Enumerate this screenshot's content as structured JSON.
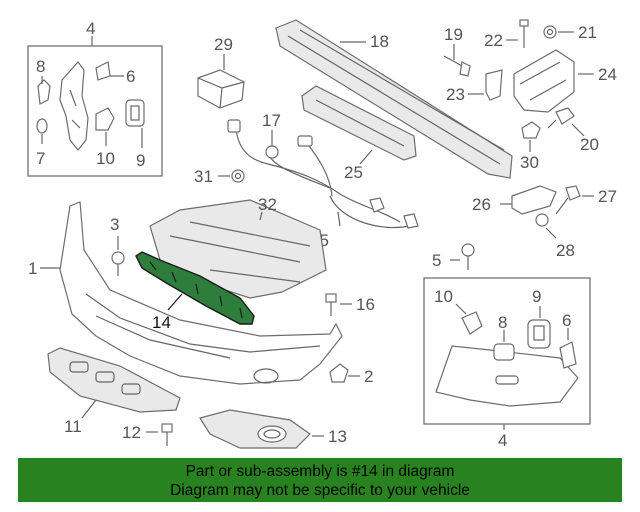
{
  "callouts": [
    {
      "id": "c4a",
      "text": "4"
    },
    {
      "id": "c8a",
      "text": "8"
    },
    {
      "id": "c6a",
      "text": "6"
    },
    {
      "id": "c7",
      "text": "7"
    },
    {
      "id": "c10a",
      "text": "10"
    },
    {
      "id": "c9a",
      "text": "9"
    },
    {
      "id": "c29",
      "text": "29"
    },
    {
      "id": "c18",
      "text": "18"
    },
    {
      "id": "c25",
      "text": "25"
    },
    {
      "id": "c19",
      "text": "19"
    },
    {
      "id": "c22",
      "text": "22"
    },
    {
      "id": "c21",
      "text": "21"
    },
    {
      "id": "c24",
      "text": "24"
    },
    {
      "id": "c23",
      "text": "23"
    },
    {
      "id": "c20",
      "text": "20"
    },
    {
      "id": "c30",
      "text": "30"
    },
    {
      "id": "c17",
      "text": "17"
    },
    {
      "id": "c31",
      "text": "31"
    },
    {
      "id": "c26",
      "text": "26"
    },
    {
      "id": "c27",
      "text": "27"
    },
    {
      "id": "c28",
      "text": "28"
    },
    {
      "id": "c15",
      "text": "15"
    },
    {
      "id": "c32",
      "text": "32"
    },
    {
      "id": "c3",
      "text": "3"
    },
    {
      "id": "c5",
      "text": "5"
    },
    {
      "id": "c1",
      "text": "1"
    },
    {
      "id": "c14",
      "text": "14"
    },
    {
      "id": "c16",
      "text": "16"
    },
    {
      "id": "c10b",
      "text": "10"
    },
    {
      "id": "c8b",
      "text": "8"
    },
    {
      "id": "c9b",
      "text": "9"
    },
    {
      "id": "c6b",
      "text": "6"
    },
    {
      "id": "c2",
      "text": "2"
    },
    {
      "id": "c11",
      "text": "11"
    },
    {
      "id": "c12",
      "text": "12"
    },
    {
      "id": "c13",
      "text": "13"
    },
    {
      "id": "c4b",
      "text": "4"
    }
  ],
  "highlight_part": "14",
  "banner": {
    "line1": "Part or sub-assembly is #14 in diagram",
    "line2": "Diagram may not be specific to your vehicle",
    "color": "#27821f"
  }
}
